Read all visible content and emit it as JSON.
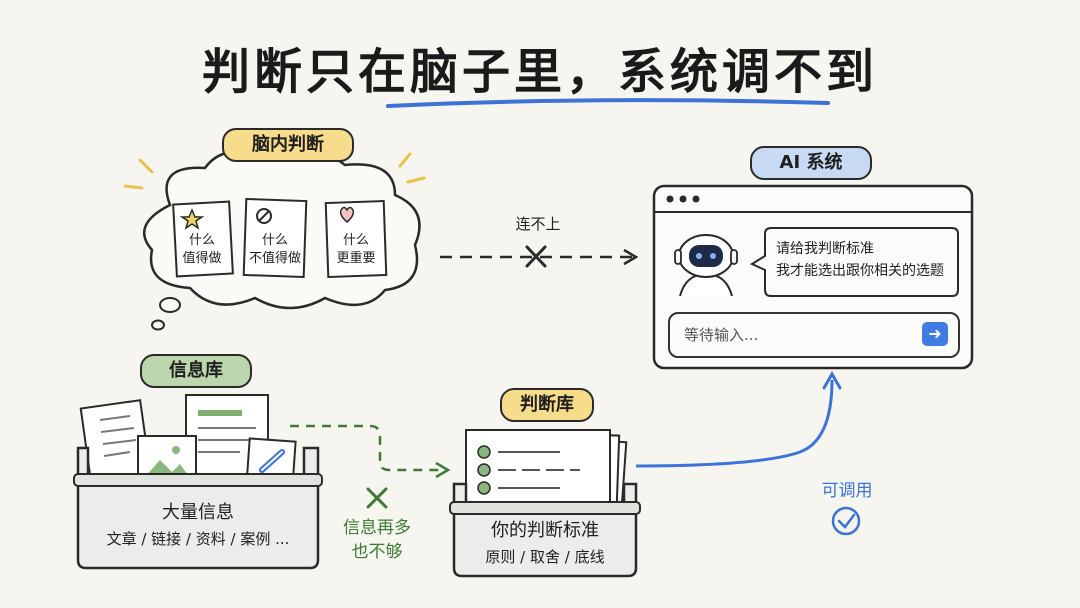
{
  "title": "判断只在脑子里，系统调不到",
  "brain": {
    "label": "脑内判断",
    "notes": [
      {
        "icon": "star-icon",
        "text": "什么\n值得做"
      },
      {
        "icon": "forbidden-icon",
        "text": "什么\n不值得做"
      },
      {
        "icon": "heart-icon",
        "text": "什么\n更重要"
      }
    ]
  },
  "disconnect_label": "连不上",
  "ai": {
    "label": "AI 系统",
    "message": "请给我判断标准\n我才能选出跟你相关的选题",
    "input_placeholder": "等待输入...",
    "send_icon": "arrow-right-icon"
  },
  "info_library": {
    "label": "信息库",
    "title": "大量信息",
    "subtitle": "文章 / 链接 / 资料 / 案例 ..."
  },
  "info_not_enough": "信息再多\n也不够",
  "judgment_library": {
    "label": "判断库",
    "title": "你的判断标准",
    "subtitle": "原则 / 取舍 / 底线"
  },
  "callable_label": "可调用",
  "colors": {
    "accent_blue": "#3c73d6",
    "accent_green": "#3e7a36",
    "yellow_label": "#f7dc8c",
    "green_label": "#bcd6ad",
    "blue_label": "#c8daf3"
  }
}
